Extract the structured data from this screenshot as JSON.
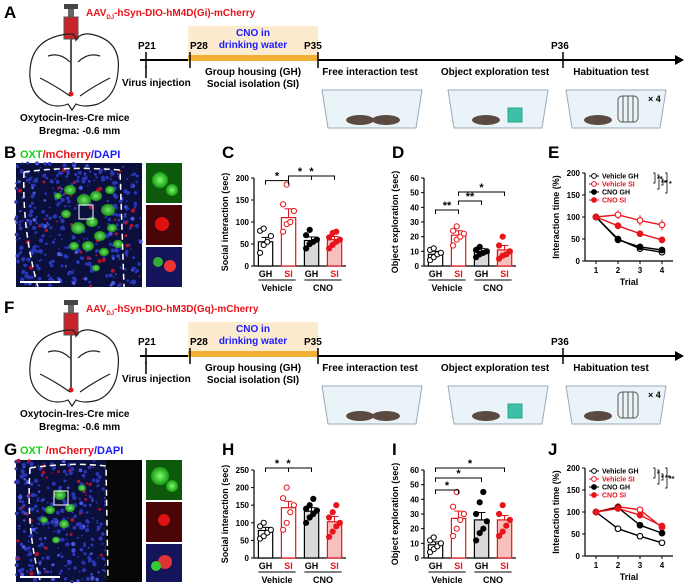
{
  "panel_letters": [
    "A",
    "B",
    "C",
    "D",
    "E",
    "F",
    "G",
    "H",
    "I",
    "J"
  ],
  "row1": {
    "virus": "AAV₂ⱼ-hSyn-DIO-hM4D(Gi)-mCherry",
    "virus_prefix": "AAV",
    "virus_sub": "DJ",
    "virus_suffix": "-hSyn-DIO-hM4D(Gi)-mCherry",
    "mouse": "Oxytocin-Ires-Cre mice",
    "bregma": "Bregma: -0.6 mm",
    "stain_oxt": "OXT",
    "stain_mcherry": "/mCherry",
    "stain_dapi": "/DAPI"
  },
  "row2": {
    "virus_prefix": "AAV",
    "virus_sub": "DJ",
    "virus_suffix": "-hSyn-DIO-hM3D(Gq)-mCherry",
    "mouse": "Oxytocin-Ires-Cre mice",
    "bregma": "Bregma: -0.6 mm",
    "stain_oxt": "OXT ",
    "stain_mcherry": "/mCherry",
    "stain_dapi": "/DAPI"
  },
  "timeline": {
    "p21": "P21",
    "p28": "P28",
    "p35": "P35",
    "p36": "P36",
    "cno1": "CNO in",
    "cno2": "drinking water",
    "virus_injection": "Virus injection",
    "housing1": "Group housing (GH)",
    "housing2": "Social isolation (SI)",
    "test1": "Free interaction test",
    "test2": "Object exploration test",
    "test3": "Habituation test",
    "times": "× 4"
  },
  "bar_groups": {
    "categories": [
      "GH",
      "SI",
      "GH",
      "SI"
    ],
    "group_labels": [
      "Vehicle",
      "CNO"
    ]
  },
  "colors": {
    "red": "#e8141b",
    "black": "#000000",
    "grey": "#a6a6a6",
    "pink": "#f4908e",
    "orange": "#fbd090",
    "gold": "#f2b134",
    "blue": "#1a1aff",
    "green": "#16d016"
  },
  "chart_data": [
    {
      "panel": "C",
      "type": "bar",
      "ylabel": "Social interaction (sec)",
      "ylim": [
        0,
        200
      ],
      "yticks": [
        0,
        50,
        100,
        150,
        200
      ],
      "categories": [
        "GH",
        "SI",
        "GH",
        "SI"
      ],
      "groups": [
        "Vehicle",
        "CNO"
      ],
      "values": [
        55,
        110,
        58,
        60
      ],
      "errors": [
        10,
        20,
        8,
        7
      ],
      "points": [
        [
          30,
          48,
          55,
          68,
          80,
          85
        ],
        [
          78,
          95,
          100,
          125,
          140,
          185
        ],
        [
          40,
          50,
          55,
          60,
          70,
          82
        ],
        [
          40,
          48,
          55,
          60,
          65,
          75,
          78
        ]
      ],
      "sig": [
        "*",
        "*",
        "*"
      ]
    },
    {
      "panel": "D",
      "type": "bar",
      "ylabel": "Object exploration (sec)",
      "ylim": [
        0,
        60
      ],
      "yticks": [
        0,
        10,
        20,
        30,
        40,
        50,
        60
      ],
      "categories": [
        "GH",
        "SI",
        "GH",
        "SI"
      ],
      "groups": [
        "Vehicle",
        "CNO"
      ],
      "values": [
        8,
        21,
        10,
        11
      ],
      "errors": [
        2,
        3,
        2,
        3
      ],
      "points": [
        [
          4,
          6,
          8,
          9,
          11,
          12
        ],
        [
          14,
          18,
          20,
          22,
          24,
          27
        ],
        [
          6,
          8,
          9,
          10,
          11,
          13
        ],
        [
          5,
          7,
          8,
          10,
          14,
          20
        ]
      ],
      "sig": [
        "**",
        "**",
        "*"
      ]
    },
    {
      "panel": "E",
      "type": "line",
      "ylabel": "Interaction time (%)",
      "xlabel": "Trial",
      "ylim": [
        0,
        200
      ],
      "yticks": [
        0,
        50,
        100,
        150,
        200
      ],
      "x": [
        1,
        2,
        3,
        4
      ],
      "series": [
        {
          "name": "Vehicle GH",
          "values": [
            100,
            50,
            28,
            20
          ],
          "errors": [
            5,
            6,
            5,
            4
          ]
        },
        {
          "name": "Vehicle SI",
          "values": [
            100,
            105,
            92,
            82
          ],
          "errors": [
            6,
            10,
            12,
            12
          ]
        },
        {
          "name": "CNO GH",
          "values": [
            100,
            48,
            32,
            25
          ],
          "errors": [
            5,
            5,
            5,
            4
          ]
        },
        {
          "name": "CNO SI",
          "values": [
            100,
            80,
            62,
            48
          ],
          "errors": [
            5,
            8,
            7,
            8
          ]
        }
      ],
      "sig": [
        "**",
        "**",
        "*",
        "*"
      ]
    },
    {
      "panel": "H",
      "type": "bar",
      "ylabel": "Social interaction (sec)",
      "ylim": [
        0,
        250
      ],
      "yticks": [
        0,
        50,
        100,
        150,
        200,
        250
      ],
      "categories": [
        "GH",
        "SI",
        "GH",
        "SI"
      ],
      "groups": [
        "Vehicle",
        "CNO"
      ],
      "values": [
        78,
        143,
        133,
        103
      ],
      "errors": [
        9,
        18,
        10,
        15
      ],
      "points": [
        [
          55,
          62,
          72,
          80,
          90,
          100
        ],
        [
          80,
          100,
          130,
          150,
          170,
          200
        ],
        [
          100,
          115,
          125,
          135,
          140,
          150,
          168
        ],
        [
          60,
          75,
          90,
          100,
          115,
          130,
          150
        ]
      ],
      "sig": [
        "*",
        "*"
      ]
    },
    {
      "panel": "I",
      "type": "bar",
      "ylabel": "Object exploration (sec)",
      "ylim": [
        0,
        60
      ],
      "yticks": [
        0,
        10,
        20,
        30,
        40,
        50,
        60
      ],
      "categories": [
        "GH",
        "SI",
        "GH",
        "SI"
      ],
      "groups": [
        "Vehicle",
        "CNO"
      ],
      "values": [
        9,
        27,
        26,
        26
      ],
      "errors": [
        2,
        5,
        5,
        3
      ],
      "points": [
        [
          4,
          6,
          8,
          10,
          12,
          14
        ],
        [
          15,
          20,
          26,
          30,
          35,
          45
        ],
        [
          12,
          17,
          20,
          25,
          30,
          38,
          45
        ],
        [
          15,
          18,
          22,
          26,
          30,
          36
        ]
      ],
      "sig": [
        "*",
        "*",
        "*"
      ]
    },
    {
      "panel": "J",
      "type": "line",
      "ylabel": "Interaction time (%)",
      "xlabel": "Trial",
      "ylim": [
        0,
        200
      ],
      "yticks": [
        0,
        50,
        100,
        150,
        200
      ],
      "x": [
        1,
        2,
        3,
        4
      ],
      "series": [
        {
          "name": "Vehicle GH",
          "values": [
            100,
            62,
            45,
            30
          ],
          "errors": [
            6,
            7,
            5,
            5
          ]
        },
        {
          "name": "Vehicle SI",
          "values": [
            100,
            112,
            105,
            65
          ],
          "errors": [
            7,
            8,
            8,
            10
          ]
        },
        {
          "name": "CNO GH",
          "values": [
            100,
            110,
            70,
            52
          ],
          "errors": [
            5,
            6,
            7,
            6
          ]
        },
        {
          "name": "CNO SI",
          "values": [
            100,
            108,
            93,
            68
          ],
          "errors": [
            5,
            7,
            8,
            8
          ]
        }
      ],
      "sig": [
        "*",
        "*",
        "**",
        "**"
      ]
    }
  ]
}
